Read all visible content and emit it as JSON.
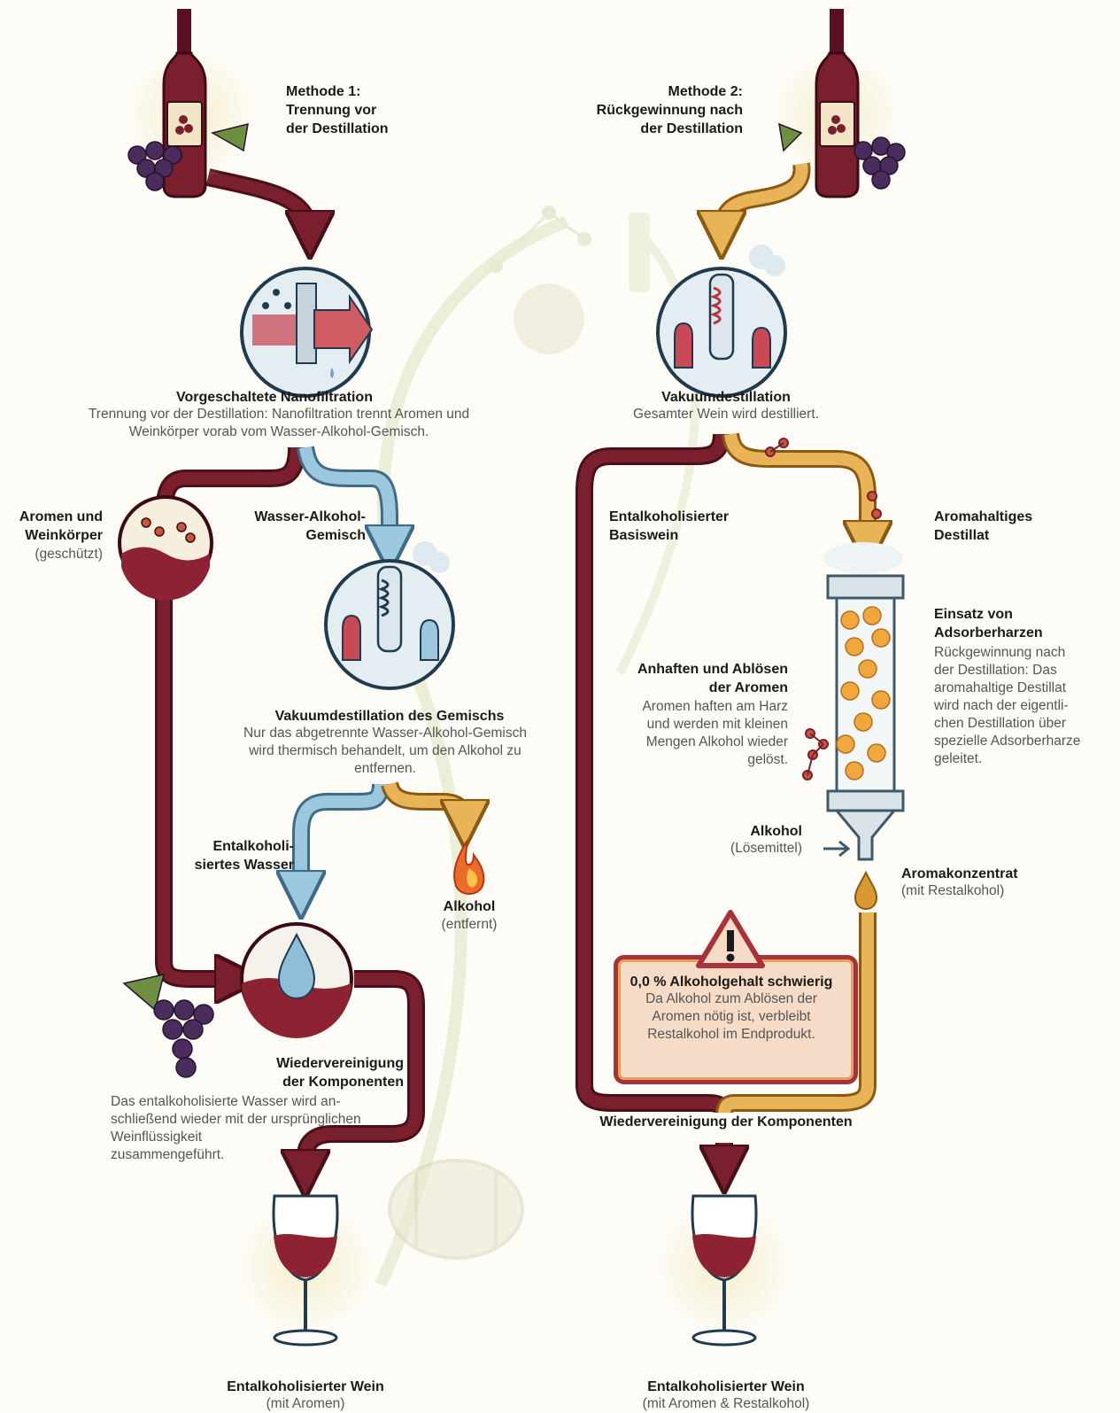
{
  "method1": {
    "title": "Methode 1:\nTrennung vor\nder Destillation",
    "nanofiltration_title": "Vorgeschaltete Nanofiltration",
    "nanofiltration_desc": "Trennung vor der Destillation: Nanofiltration trennt Aromen und Weinkörper vorab vom Wasser-Alkohol-Gemisch.",
    "aromas_title": "Aromen und\nWeinkörper",
    "aromas_note": "(geschützt)",
    "mix_label": "Wasser-Alkohol-\nGemisch",
    "vacuum_mix_title": "Vakuumdestillation des Gemischs",
    "vacuum_mix_desc": "Nur das abgetrennte Wasser-Alkohol-Gemisch wird thermisch behandelt, um den Alkohol zu entfernen.",
    "water_label": "Entalkoholi-\nsiertes Wasser",
    "alcohol_label": "Alkohol",
    "alcohol_note": "(entfernt)",
    "reunite_title": "Wiedervereinigung\nder Komponenten",
    "reunite_desc": "Das entalkoholisierte Wasser wird an-\nschließend wieder mit der ursprünglichen\nWeinflüssigkeit\nzusammengeführt.",
    "result_title": "Entalkoholisierter Wein",
    "result_note": "(mit Aromen)"
  },
  "method2": {
    "title": "Methode 2:\nRückgewinnung nach\nder Destillation",
    "vacuum_title": "Vakuumdestillation",
    "vacuum_desc": "Gesamter Wein wird destilliert.",
    "base_wine_label": "Entalkoholisierter\nBasiswein",
    "distillate_label": "Aromahaltiges\nDestillat",
    "resin_title": "Einsatz von\nAdsorberharzen",
    "resin_desc": "Rückgewinnung nach\nder Destillation: Das\naromahaltige Destillat\nwird nach der eigentli-\nchen Destillation über\nspezielle Adsorberharze\ngeleitet.",
    "adhere_title": "Anhaften und Ablösen\nder Aromen",
    "adhere_desc": "Aromen haften am Harz\nund werden mit kleinen\nMengen Alkohol wieder\ngelöst.",
    "alcohol_label": "Alkohol",
    "alcohol_note": "(Lösemittel)",
    "concentrate_title": "Aromakonzentrat",
    "concentrate_note": "(mit Restalkohol)",
    "warning_title": "0,0 % Alkoholgehalt schwierig",
    "warning_desc": "Da Alkohol zum Ablösen der\nAromen nötig ist, verbleibt\nRestalkohol im Endprodukt.",
    "reunite_title": "Wiedervereinigung der Komponenten",
    "result_title": "Entalkoholisierter Wein",
    "result_note": "(mit Aromen & Restalkohol)"
  },
  "colors": {
    "wine": "#7a1f2e",
    "water": "#8fbfd8",
    "gold": "#e0a43a",
    "warning_border": "#a8323a"
  },
  "icons": [
    "wine-bottle-icon",
    "grapes-icon",
    "filter-icon",
    "distillation-icon",
    "flame-icon",
    "water-drop-icon",
    "wine-glass-icon",
    "resin-column-icon",
    "warning-icon",
    "molecule-icon",
    "barrel-icon"
  ]
}
